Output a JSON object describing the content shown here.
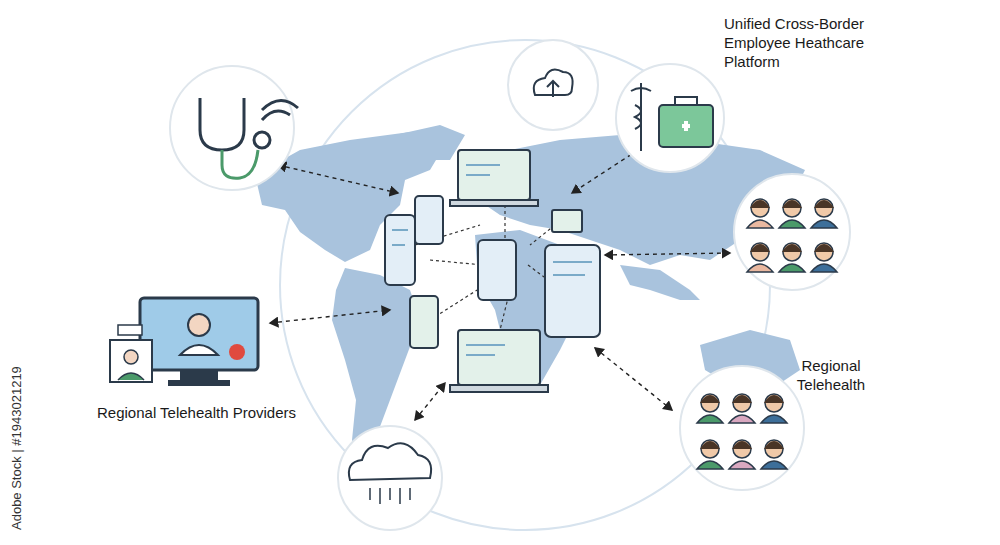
{
  "diagram": {
    "nodes": [
      {
        "text": [
          "Unified Cross-Border Employee Heathcare Platform"
        ]
      },
      {
        "text": [
          "Regional Telehealth Providers"
        ]
      },
      {
        "text": [
          "Regional Telehealth"
        ]
      }
    ],
    "labels": [
      "Adobe Stock | #1943021219"
    ]
  }
}
